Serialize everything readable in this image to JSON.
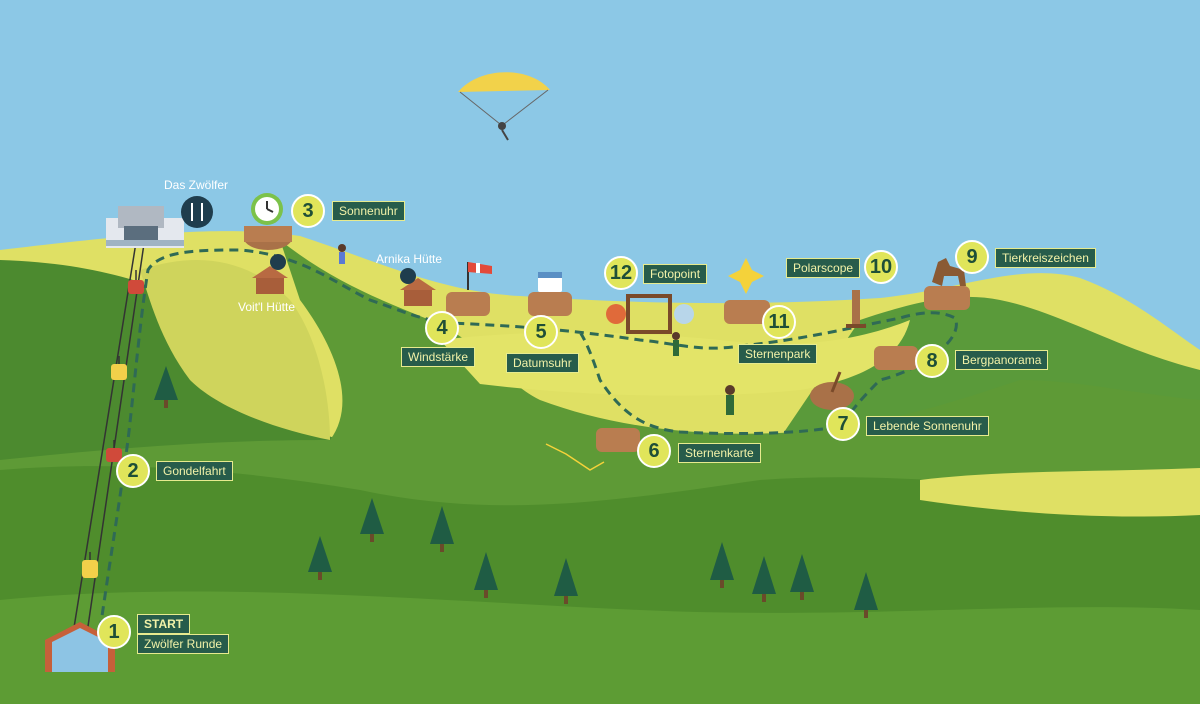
{
  "places": {
    "das_zwoelfer": "Das Zwölfer",
    "arnika_huette": "Arnika Hütte",
    "voitl_huette": "Voit'l Hütte"
  },
  "stations": [
    {
      "number": "1",
      "label": "START",
      "sublabel": "Zwölfer Runde"
    },
    {
      "number": "2",
      "label": "Gondelfahrt"
    },
    {
      "number": "3",
      "label": "Sonnenuhr"
    },
    {
      "number": "4",
      "label": "Windstärke"
    },
    {
      "number": "5",
      "label": "Datumsuhr"
    },
    {
      "number": "6",
      "label": "Sternenkarte"
    },
    {
      "number": "7",
      "label": "Lebende Sonnenuhr"
    },
    {
      "number": "8",
      "label": "Bergpanorama"
    },
    {
      "number": "9",
      "label": "Tierkreiszeichen"
    },
    {
      "number": "10",
      "label": "Polarscope"
    },
    {
      "number": "11",
      "label": "Sternenpark"
    },
    {
      "number": "12",
      "label": "Fotopoint"
    }
  ],
  "icons": [
    "restaurant-icon",
    "clock-icon",
    "windsock-icon",
    "calendar-icon",
    "sparkle-icon",
    "ibex-icon",
    "paraglider-icon",
    "gondola-icon",
    "hiker-icon",
    "tree-icon"
  ],
  "colors": {
    "sky": "#8cc8e6",
    "meadow_light": "#dfe064",
    "meadow_dark": "#4c8a2f",
    "label_bg": "#275c4b",
    "label_text": "#f2f2a8",
    "circle": "#e0e55a"
  }
}
